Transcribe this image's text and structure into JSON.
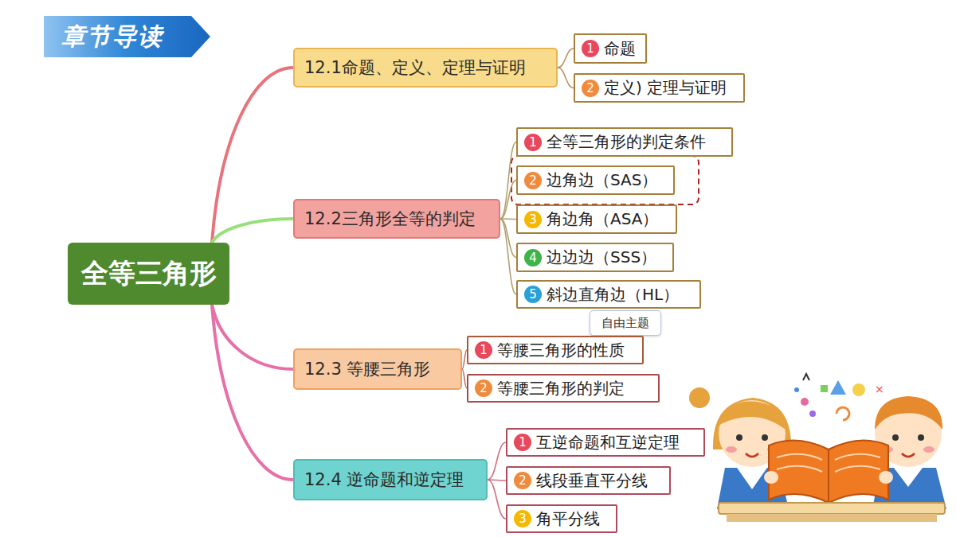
{
  "diagram": {
    "title": "章节导读",
    "nodes": [
      {
        "text": [
          "全等三角形"
        ]
      },
      {
        "text": [
          "12.1命题、定义、定理与证明"
        ]
      },
      {
        "text": [
          "1",
          "命题"
        ]
      },
      {
        "text": [
          "2",
          "定义) 定理与证明"
        ]
      },
      {
        "text": [
          "12.2三角形全等的判定"
        ]
      },
      {
        "text": [
          "1",
          "全等三角形的判定条件"
        ]
      },
      {
        "text": [
          "2",
          "边角边（SAS）"
        ]
      },
      {
        "text": [
          "3",
          "角边角（ASA）"
        ]
      },
      {
        "text": [
          "4",
          "边边边（SSS）"
        ]
      },
      {
        "text": [
          "5",
          "斜边直角边（HL）"
        ]
      },
      {
        "text": [
          "自由主题"
        ]
      },
      {
        "text": [
          "12.3 等腰三角形"
        ]
      },
      {
        "text": [
          "1",
          "等腰三角形的性质"
        ]
      },
      {
        "text": [
          "2",
          "等腰三角形的判定"
        ]
      },
      {
        "text": [
          "12.4 逆命题和逆定理"
        ]
      },
      {
        "text": [
          "1",
          "互逆命题和互逆定理"
        ]
      },
      {
        "text": [
          "2",
          "线段垂直平分线"
        ]
      },
      {
        "text": [
          "3",
          "角平分线"
        ]
      }
    ],
    "edges": [
      {
        "from": 0,
        "to": 1,
        "arrow": "none"
      },
      {
        "from": 0,
        "to": 4,
        "arrow": "none"
      },
      {
        "from": 0,
        "to": 11,
        "arrow": "none"
      },
      {
        "from": 0,
        "to": 14,
        "arrow": "none"
      },
      {
        "from": 1,
        "to": 2,
        "arrow": "none"
      },
      {
        "from": 1,
        "to": 3,
        "arrow": "none"
      },
      {
        "from": 4,
        "to": 5,
        "arrow": "none"
      },
      {
        "from": 4,
        "to": 6,
        "arrow": "none"
      },
      {
        "from": 4,
        "to": 7,
        "arrow": "none"
      },
      {
        "from": 4,
        "to": 8,
        "arrow": "none"
      },
      {
        "from": 4,
        "to": 9,
        "arrow": "none"
      },
      {
        "from": 11,
        "to": 12,
        "arrow": "none"
      },
      {
        "from": 11,
        "to": 13,
        "arrow": "none"
      },
      {
        "from": 14,
        "to": 15,
        "arrow": "none"
      },
      {
        "from": 14,
        "to": 16,
        "arrow": "none"
      },
      {
        "from": 14,
        "to": 17,
        "arrow": "none"
      }
    ]
  }
}
